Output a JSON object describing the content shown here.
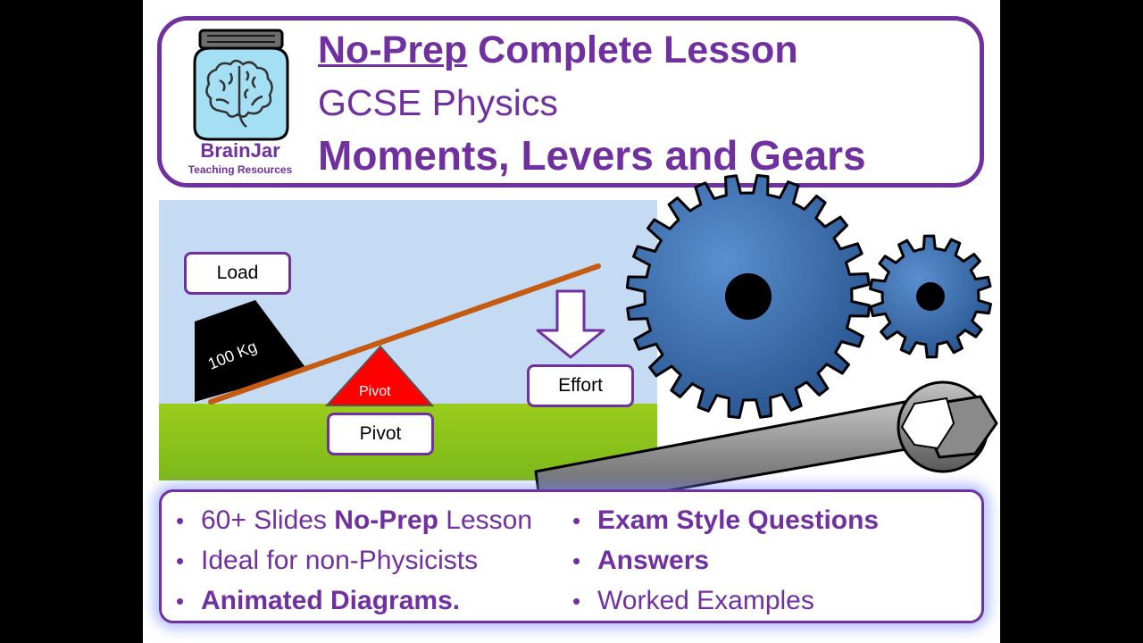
{
  "logo": {
    "name": "BrainJar",
    "subtitle": "Teaching Resources"
  },
  "header": {
    "title_prefix": "No-Prep",
    "title_suffix": " Complete Lesson",
    "subject": "GCSE Physics",
    "topic": "Moments, Levers and Gears"
  },
  "diagram": {
    "load_label": "Load",
    "weight_label": "100 Kg",
    "pivot_inner_label": "Pivot",
    "pivot_label": "Pivot",
    "effort_label": "Effort"
  },
  "features": {
    "left": [
      {
        "prefix": "60+ Slides ",
        "bold": "No-Prep",
        "suffix": " Lesson"
      },
      {
        "prefix": "Ideal for non-Physicists",
        "bold": "",
        "suffix": ""
      },
      {
        "prefix": "",
        "bold": "Animated Diagrams.",
        "suffix": ""
      }
    ],
    "right": [
      {
        "prefix": "",
        "bold": "Exam Style Questions",
        "suffix": ""
      },
      {
        "prefix": "",
        "bold": "Answers",
        "suffix": ""
      },
      {
        "prefix": "Worked Examples",
        "bold": "",
        "suffix": ""
      }
    ]
  },
  "colors": {
    "brand_purple": "#7030a0",
    "gear_blue": "#3a6fb0",
    "sky": "#c5daf3",
    "grass": "#92c91c",
    "lever": "#c55a11",
    "pivot_red": "#ff0000"
  },
  "icons": [
    "brain-jar-logo-icon",
    "down-arrow-icon",
    "gear-icon",
    "spanner-icon"
  ]
}
